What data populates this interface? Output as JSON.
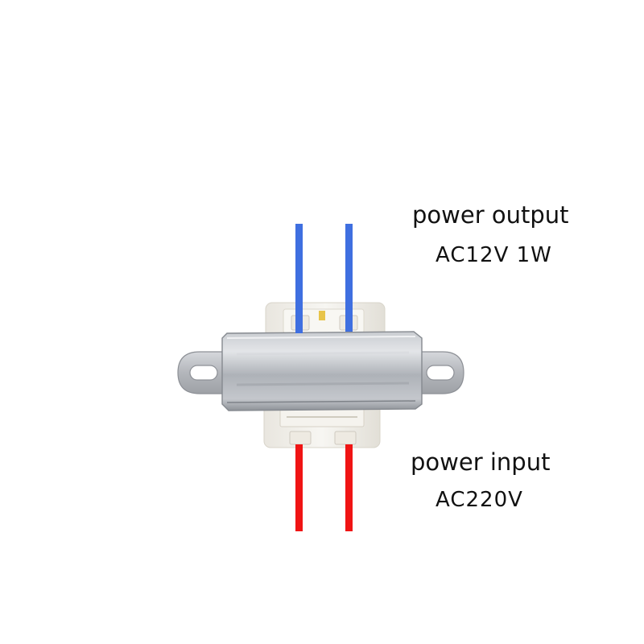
{
  "output": {
    "title": "power output",
    "spec": "AC12V 1W",
    "wire_color": "#3f6fe0"
  },
  "input": {
    "title": "power input",
    "spec": "AC220V",
    "wire_color": "#f01414"
  },
  "colors": {
    "background": "#ffffff",
    "metal_shell": "#b9bcc1",
    "bobbin": "#f3f1ec",
    "text": "#111111"
  }
}
